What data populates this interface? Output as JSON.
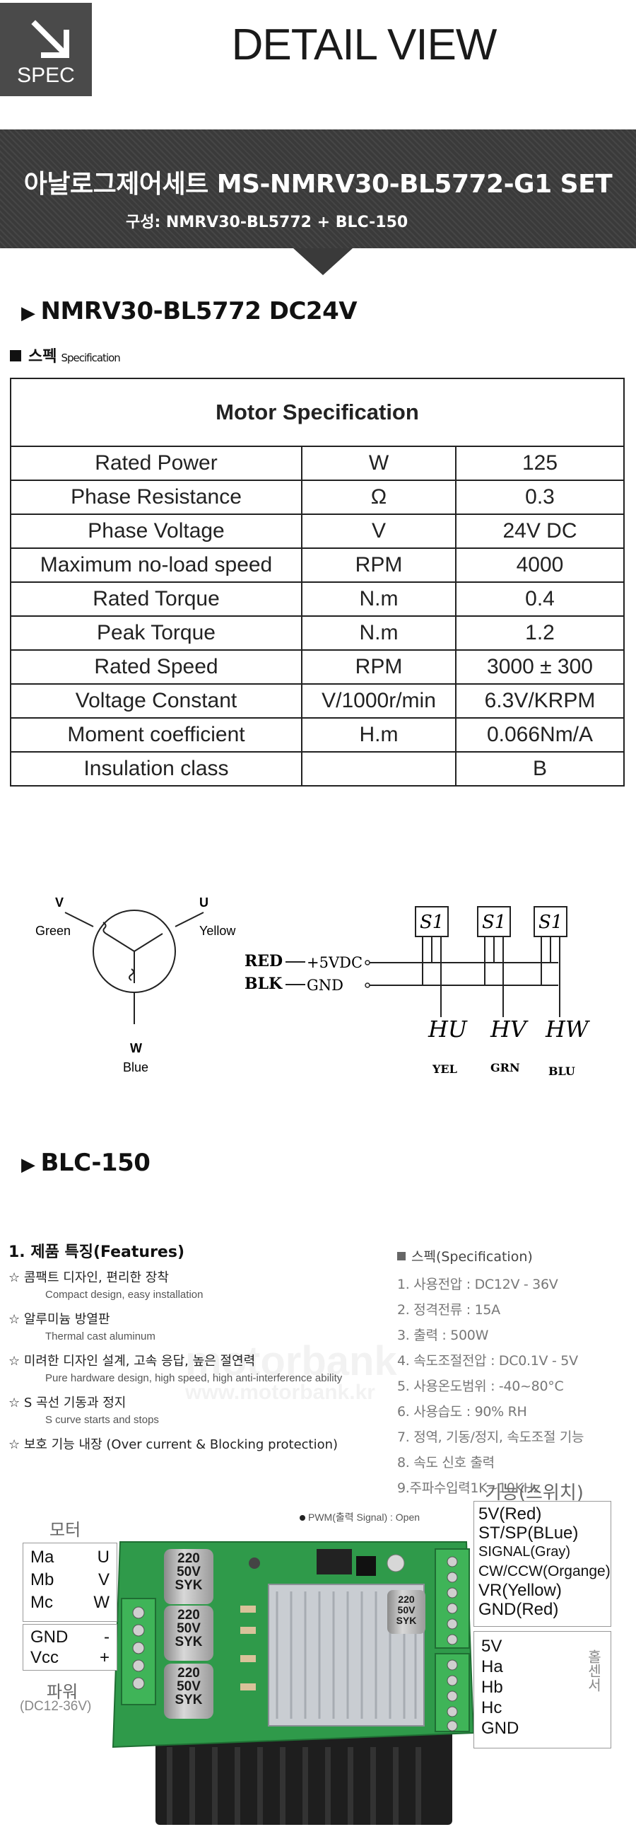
{
  "header": {
    "badge_label": "SPEC",
    "title": "DETAIL VIEW"
  },
  "banner": {
    "title": "아날로그제어세트 MS-NMRV30-BL5772-G1 SET",
    "composition": "구성:  NMRV30-BL5772  +  BLC-150"
  },
  "motor_section": {
    "heading": "NMRV30-BL5772 DC24V",
    "spec_label": "스펙",
    "spec_label_en": "Specification",
    "table": {
      "title": "Motor Specification",
      "rows": [
        [
          "Rated Power",
          "W",
          "125"
        ],
        [
          "Phase Resistance",
          "Ω",
          "0.3"
        ],
        [
          "Phase Voltage",
          "V",
          "24V DC"
        ],
        [
          "Maximum no-load speed",
          "RPM",
          "4000"
        ],
        [
          "Rated Torque",
          "N.m",
          "0.4"
        ],
        [
          "Peak Torque",
          "N.m",
          "1.2"
        ],
        [
          "Rated Speed",
          "RPM",
          "3000 ± 300"
        ],
        [
          "Voltage Constant",
          "V/1000r/min",
          "6.3V/KRPM"
        ],
        [
          "Moment coefficient",
          "H.m",
          "0.066Nm/A"
        ],
        [
          "Insulation class",
          "",
          "B"
        ]
      ]
    }
  },
  "wiring": {
    "v_label": "V",
    "u_label": "U",
    "w_label": "W",
    "green": "Green",
    "yellow": "Yellow",
    "blue": "Blue",
    "red": "RED",
    "blk": "BLK",
    "vdc": "+5VDC",
    "gnd": "GND",
    "sensor": "S1",
    "hu": "HU",
    "hv": "HV",
    "hw": "HW",
    "yel": "YEL",
    "grn": "GRN",
    "blu": "BLU"
  },
  "blc_section": {
    "heading": "BLC-150",
    "features_title": "1. 제품 특징(Features)",
    "features": [
      {
        "ko": "☆ 콤팩트 디자인, 편리한 장착",
        "en": "Compact design, easy installation"
      },
      {
        "ko": "☆ 알루미늄 방열판",
        "en": "Thermal cast aluminum"
      },
      {
        "ko": "☆ 미려한 디자인 설계, 고속 응답, 높은 절연력",
        "en": "Pure hardware design, high speed, high anti-interference ability"
      },
      {
        "ko": "☆ S 곡선 기동과 정지",
        "en": "S curve starts and stops"
      },
      {
        "ko": "☆ 보호 기능 내장 (Over current & Blocking protection)",
        "en": ""
      }
    ],
    "spec_title": "스펙(Specification)",
    "spec_items": [
      "1. 사용전압 : DC12V - 36V",
      "2. 정격전류 : 15A",
      "3. 출력 : 500W",
      "4. 속도조절전압 : DC0.1V - 5V",
      "5. 사용온도범위 : -40~80°C",
      "6. 사용습도 : 90% RH",
      "7. 정역, 기동/정지, 속도조절 기능",
      "8. 속도 신호 출력",
      "9.주파수입력1K~10KHz"
    ],
    "watermark": "motorbank",
    "watermark_url": "www.motorbank.kr"
  },
  "board": {
    "pwm_note": "PWM(출력 Signal) : Open",
    "motor_label": "모터",
    "motor_rows": [
      [
        "Ma",
        "U"
      ],
      [
        "Mb",
        "V"
      ],
      [
        "Mc",
        "W"
      ]
    ],
    "power_rows": [
      [
        "GND",
        "-"
      ],
      [
        "Vcc",
        "+"
      ]
    ],
    "power_label": "파워",
    "power_range": "(DC12-36V)",
    "func_label": "기능(스위치)",
    "func_rows": [
      "5V(Red)",
      "ST/SP(BLue)",
      "SIGNAL(Gray)",
      "CW/CCW(Organge)",
      "VR(Yellow)",
      "GND(Red)"
    ],
    "hall_rows": [
      "5V",
      "Ha",
      "Hb",
      "Hc",
      "GND"
    ],
    "hall_label": "홀센서",
    "cap_text": [
      "220",
      "50V",
      "SYK"
    ]
  },
  "colors": {
    "banner_bg": "#3a3a3a",
    "badge_bg": "#4a4a4a",
    "pcb_green": "#2f9a4a",
    "heatsink": "#c9cdd2"
  }
}
